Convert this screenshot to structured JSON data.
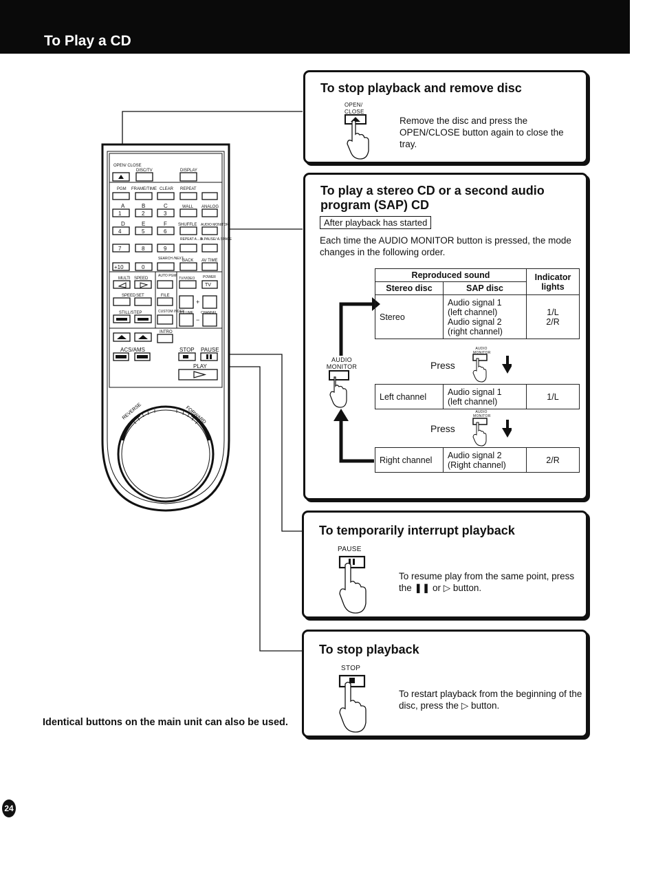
{
  "header": {
    "title": "To Play a CD"
  },
  "page_number": "24",
  "footnote": "Identical buttons on the main unit can also be used.",
  "remote": {
    "labels": {
      "open_close": "OPEN/ CLOSE",
      "disc_tv": "DISC/TV",
      "display": "DISPLAY",
      "pgm": "PGM",
      "frame_time": "FRAME/TIME",
      "clear": "CLEAR",
      "repeat": "REPEAT",
      "a": "A",
      "b": "B",
      "c": "C",
      "wall": "WALL",
      "analog": "ANALOG",
      "one": "1",
      "two": "2",
      "three": "3",
      "d": "D",
      "e": "E",
      "f": "F",
      "shuffle": "SHUFFLE",
      "audio_monitor": "AUDIO MONITOR",
      "four": "4",
      "five": "5",
      "six": "6",
      "repeat_ab": "REPEAT A↔B",
      "apause": "A.PAUSE/ A.SPACE",
      "seven": "7",
      "eight": "8",
      "nine": "9",
      "search_next": "SEARCH /NEXT",
      "back": "BACK",
      "av_time": "AV TIME",
      "plus10": "+10",
      "zero": "0",
      "multi": "MULTI",
      "speed": "SPEED",
      "auto_pgm": "AUTO PGM",
      "tv_video": "TV/VIDEO",
      "power": "POWER",
      "tv": "TV",
      "speed_set": "SPEED",
      "set": "SET",
      "file": "FILE",
      "plus": "+",
      "minus": "−",
      "still_step": "STILL/STEP",
      "custom_index": "CUSTOM INDEX",
      "volume": "VOLUME",
      "channel": "CHANNEL",
      "intro": "INTRO",
      "acs_ams": "ACS/AMS",
      "stop": "STOP",
      "pause": "PAUSE",
      "play": "PLAY",
      "reverse": "REVERSE",
      "forward": "FORWARD"
    }
  },
  "section_stop_remove": {
    "title": "To stop playback and remove disc",
    "button_label": "OPEN/ CLOSE",
    "text": "Remove the disc and press the OPEN/CLOSE button again to close the tray."
  },
  "section_stereo": {
    "title": "To play a stereo CD or a second audio program (SAP) CD",
    "tag": "After playback has started",
    "intro": "Each time the AUDIO MONITOR button is pressed, the mode changes in the following order.",
    "side_label": "AUDIO MONITOR",
    "press": "Press",
    "mini_label": "AUDIO MONITOR",
    "table_header": {
      "reproduced": "Reproduced sound",
      "stereo_disc": "Stereo disc",
      "sap_disc": "SAP disc",
      "indicator": "Indicator lights"
    },
    "rows": [
      {
        "stereo": "Stereo",
        "sap": "Audio signal 1 (left channel) Audio signal 2 (right channel)",
        "sap_lines": [
          "Audio signal 1",
          "(left channel)",
          "Audio signal 2",
          "(right channel)"
        ],
        "ind_lines": [
          "1/L",
          "2/R"
        ]
      },
      {
        "stereo": "Left channel",
        "sap_lines": [
          "Audio signal 1",
          "(left channel)"
        ],
        "ind_lines": [
          "1/L"
        ]
      },
      {
        "stereo": "Right channel",
        "sap_lines": [
          "Audio signal 2",
          "(Right channel)"
        ],
        "ind_lines": [
          "2/R"
        ]
      }
    ]
  },
  "section_pause": {
    "title": "To temporarily interrupt playback",
    "button_label": "PAUSE",
    "text_a": "To resume play from the same point, press the",
    "text_b": "or",
    "text_c": "button."
  },
  "section_stop": {
    "title": "To stop playback",
    "button_label": "STOP",
    "text_a": "To restart playback from the beginning of the disc, press the",
    "text_b": "button."
  }
}
